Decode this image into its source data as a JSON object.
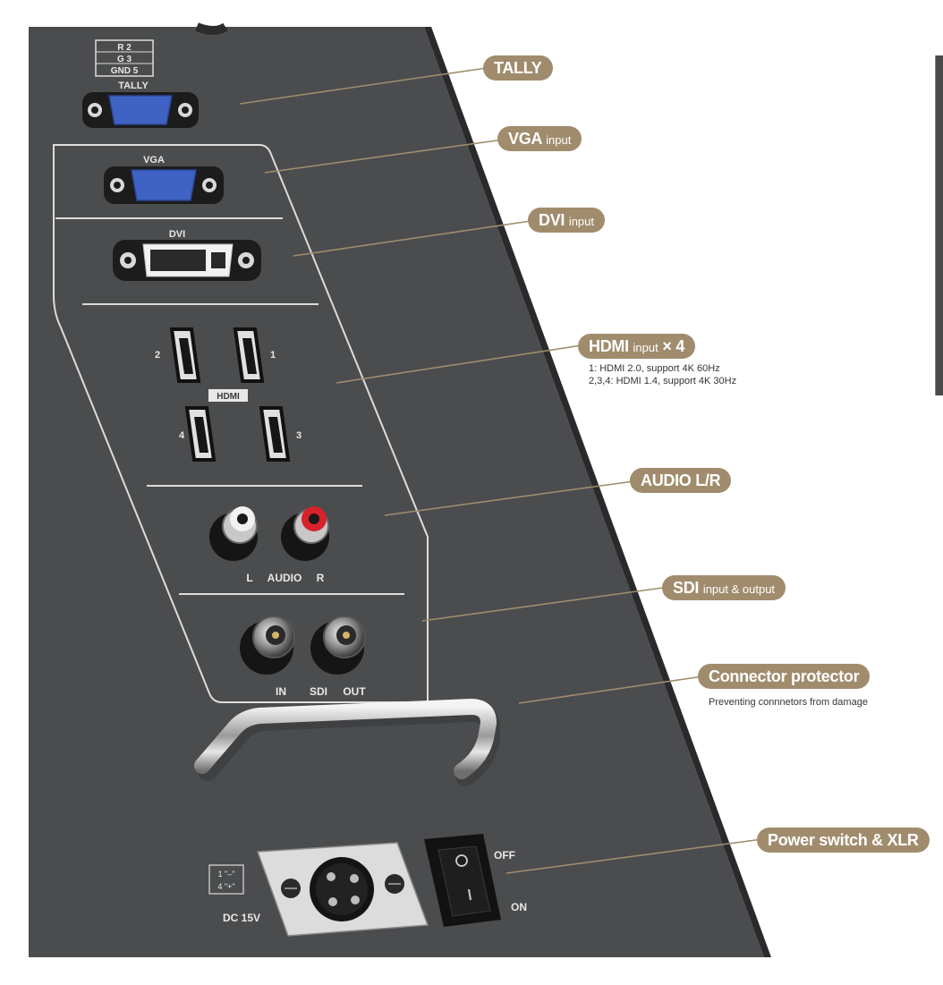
{
  "panel_labels": {
    "tally_legend": [
      "R  2",
      "G  3",
      "GND 5"
    ],
    "tally": "TALLY",
    "vga": "VGA",
    "dvi": "DVI",
    "hdmi": "HDMI",
    "hdmi_ports": [
      "1",
      "2",
      "3",
      "4"
    ],
    "audio_l": "L",
    "audio": "AUDIO",
    "audio_r": "R",
    "sdi_in": "IN",
    "sdi": "SDI",
    "sdi_out": "OUT",
    "dc_pin1": "1 \"–\"",
    "dc_pin4": "4 \"+\"",
    "dc": "DC 15V",
    "off": "OFF",
    "on": "ON"
  },
  "callouts": {
    "tally": "TALLY",
    "vga": {
      "main": "VGA",
      "sub": "input"
    },
    "dvi": {
      "main": "DVI",
      "sub": "input"
    },
    "hdmi": {
      "main": "HDMI",
      "sub": "input",
      "suffix": "× 4"
    },
    "hdmi_notes": [
      "1: HDMI 2.0, support 4K 60Hz",
      "2,3,4: HDMI 1.4, support 4K 30Hz"
    ],
    "audio": "AUDIO L/R",
    "sdi": {
      "main": "SDI",
      "sub": "input & output"
    },
    "protector": "Connector protector",
    "protector_note": "Preventing connnetors from damage",
    "power": "Power switch & XLR"
  },
  "colors": {
    "panel": "#4b4c4e",
    "panel_edge": "#2a2a2c",
    "callout": "#a08c6d",
    "vga_blue": "#3f63c4",
    "rca_red": "#d8222a"
  }
}
